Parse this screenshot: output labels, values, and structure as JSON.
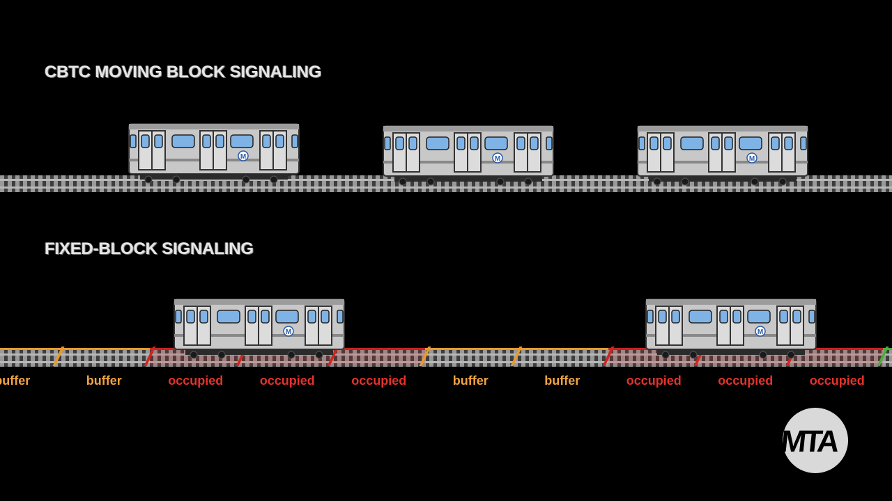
{
  "cbtc": {
    "title": "CBTC MOVING BLOCK SIGNALING"
  },
  "fixed_block": {
    "title": "FIXED-BLOCK SIGNALING",
    "blocks": [
      {
        "label": "buffer",
        "state": "buffer"
      },
      {
        "label": "buffer",
        "state": "buffer"
      },
      {
        "label": "occupied",
        "state": "occupied"
      },
      {
        "label": "occupied",
        "state": "occupied"
      },
      {
        "label": "occupied",
        "state": "occupied"
      },
      {
        "label": "buffer",
        "state": "buffer"
      },
      {
        "label": "buffer",
        "state": "buffer"
      },
      {
        "label": "occupied",
        "state": "occupied"
      },
      {
        "label": "occupied",
        "state": "occupied"
      },
      {
        "label": "occupied",
        "state": "occupied"
      }
    ]
  },
  "colors": {
    "background": "#000000",
    "buffer": "#f2a341",
    "occupied": "#e4322b",
    "train_body": "#c8c8c8",
    "train_window": "#7fb3e6"
  },
  "train_badge": "M",
  "logo": {
    "text": "MTA"
  }
}
